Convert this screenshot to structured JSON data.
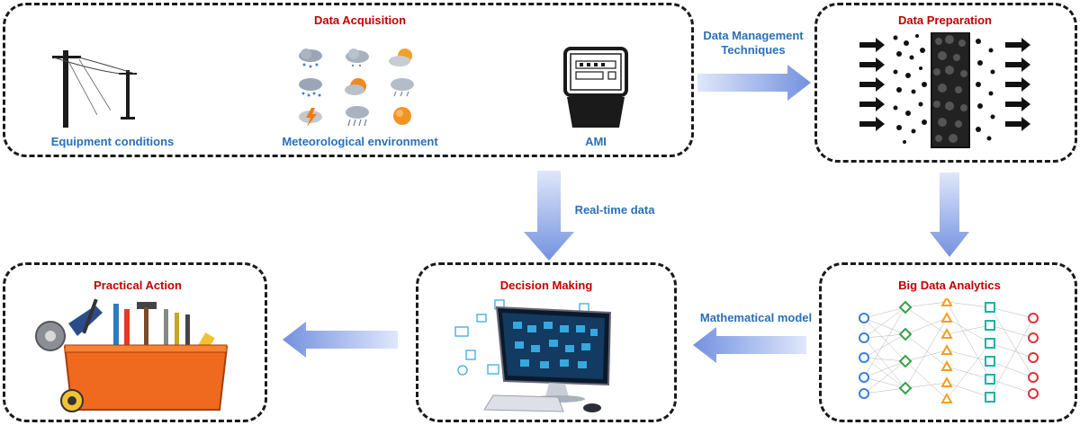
{
  "boxes": {
    "acquisition": {
      "title": "Data Acquisition"
    },
    "preparation": {
      "title": "Data Preparation"
    },
    "analytics": {
      "title": "Big Data Analytics"
    },
    "decision": {
      "title": "Decision Making"
    },
    "action": {
      "title": "Practical Action"
    }
  },
  "acquisition_items": {
    "equipment": "Equipment conditions",
    "meteorological": "Meteorological environment",
    "ami": "AMI"
  },
  "arrows": {
    "management": "Data Management\nTechniques",
    "realtime": "Real-time data",
    "math": "Mathematical model"
  },
  "colors": {
    "title_red": "#c00000",
    "label_blue": "#2a6fb8",
    "arrow_start": "#6f8fe0",
    "arrow_end": "#dfe7fb"
  }
}
